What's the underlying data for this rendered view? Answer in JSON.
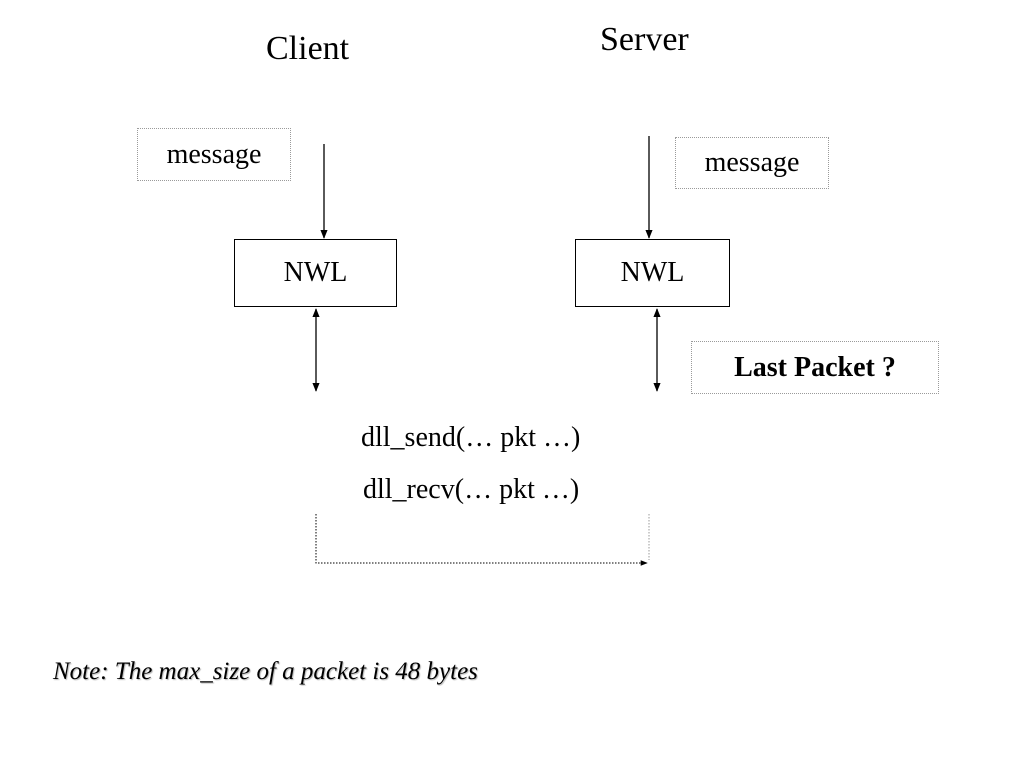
{
  "client": {
    "title": "Client",
    "message_label": "message",
    "nwl_label": "NWL"
  },
  "server": {
    "title": "Server",
    "message_label": "message",
    "nwl_label": "NWL",
    "question_label": "Last Packet ?"
  },
  "calls": {
    "send": "dll_send(… pkt …)",
    "recv": "dll_recv(… pkt …)"
  },
  "note": "Note: The max_size of a packet is 48 bytes",
  "colors": {
    "line": "#000000",
    "dotted_border": "#9a9a9a"
  }
}
